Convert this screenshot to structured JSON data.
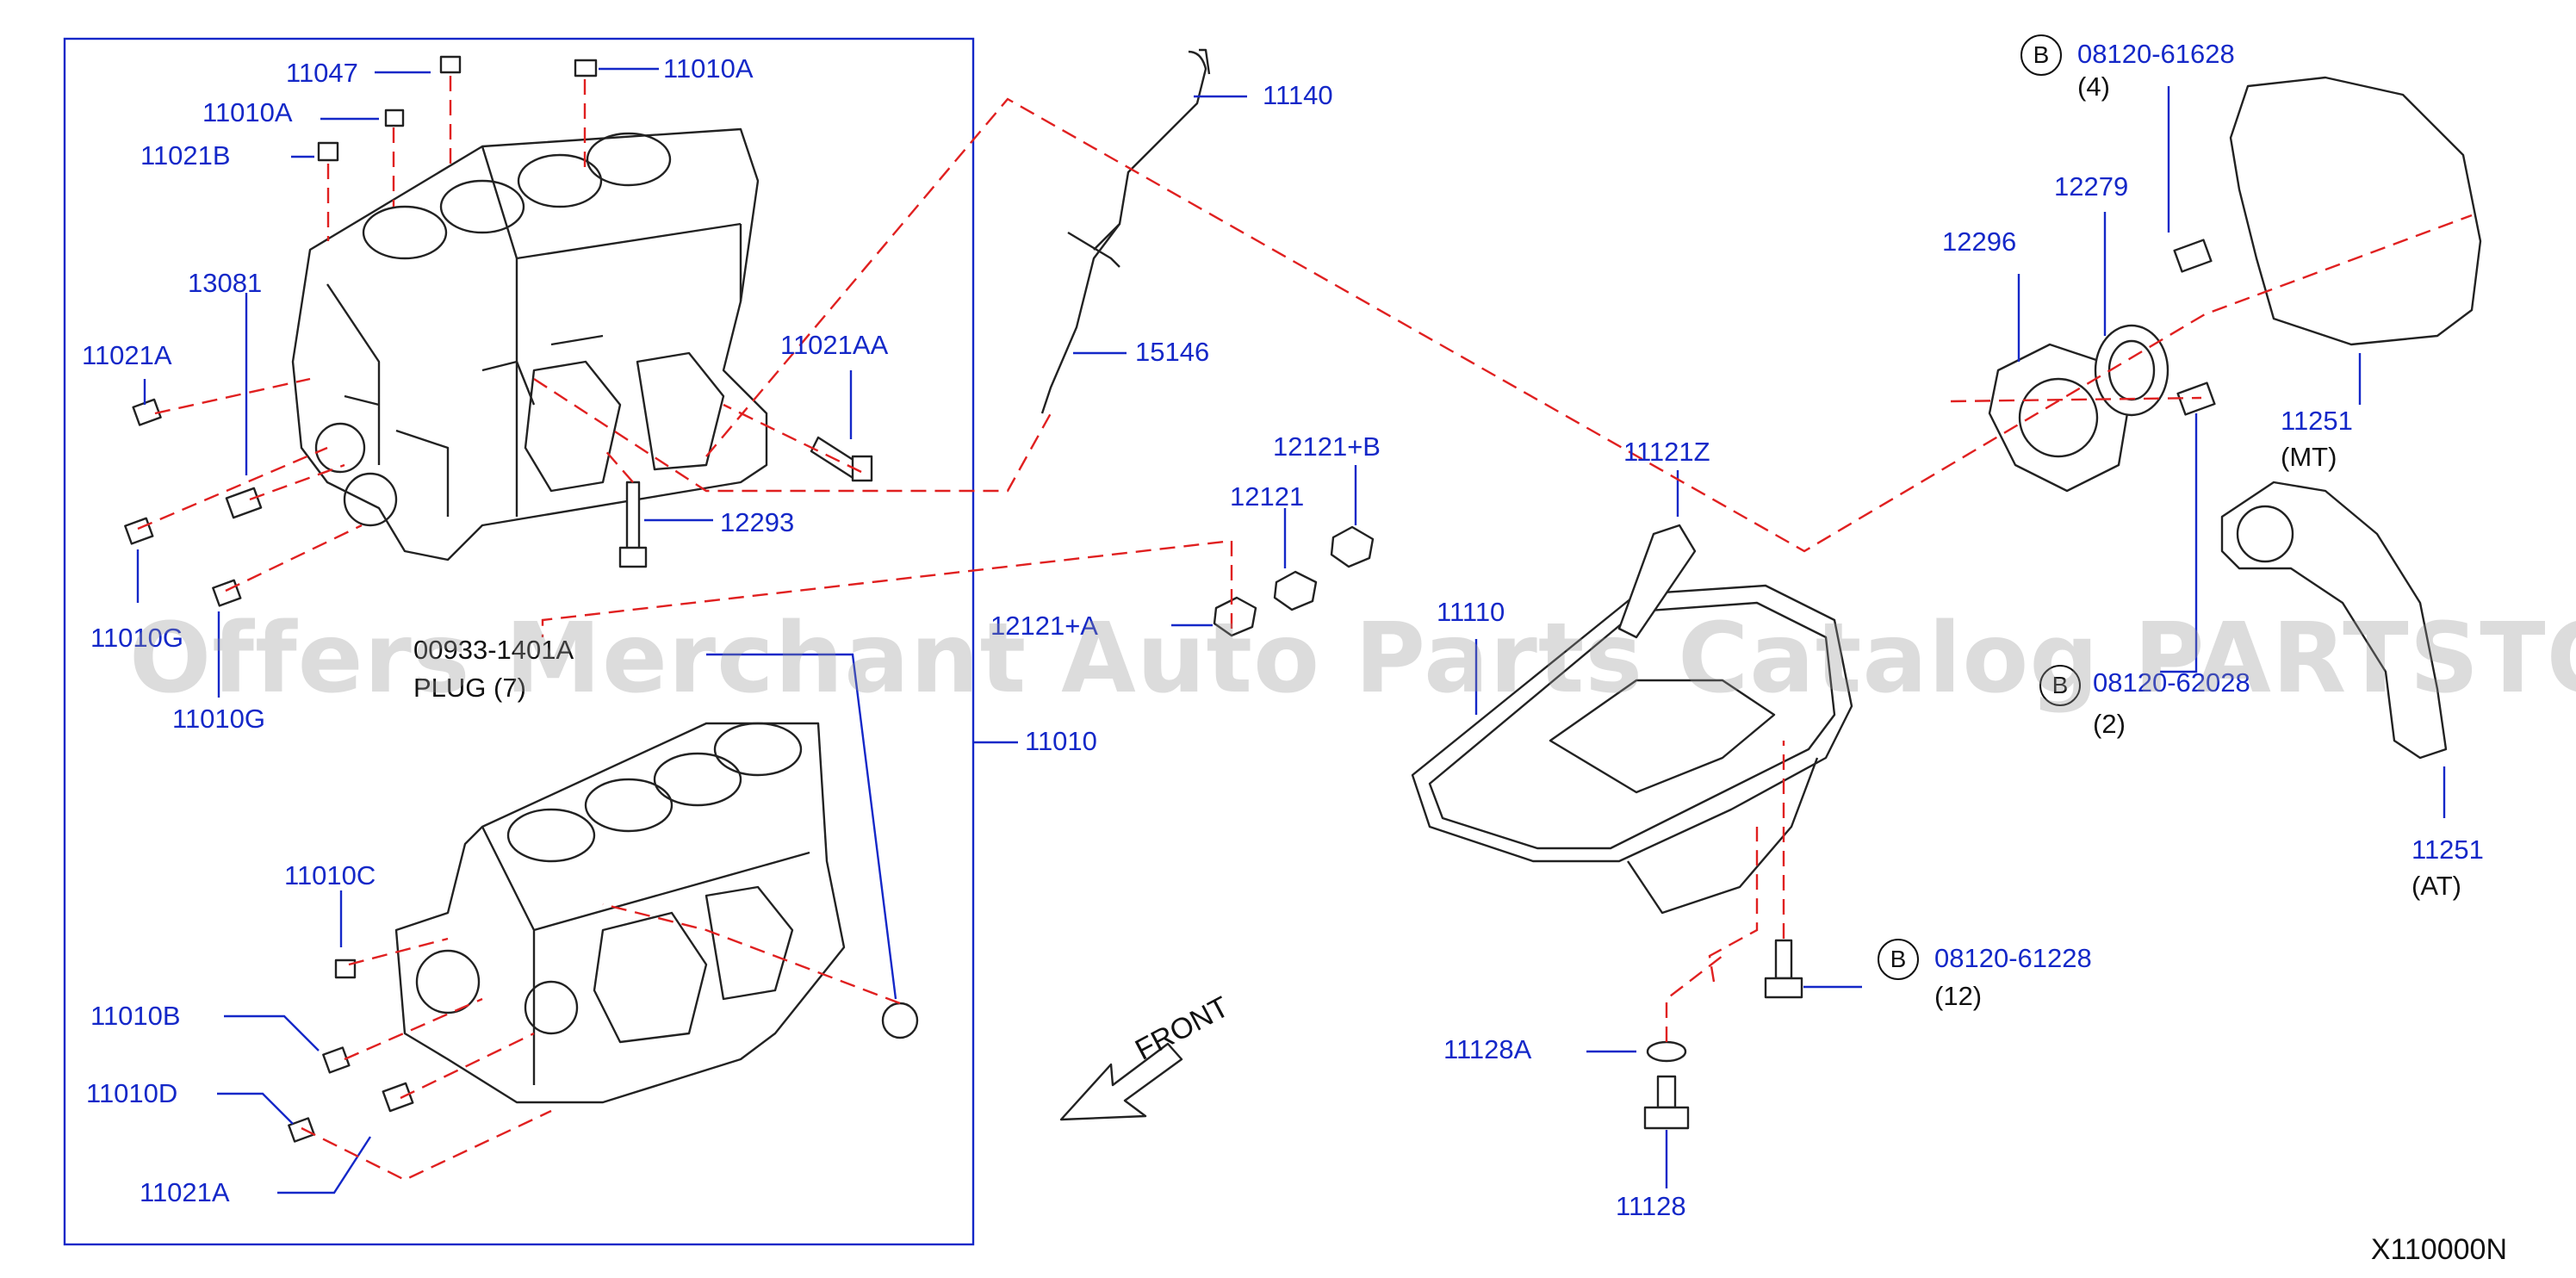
{
  "diagram": {
    "code": "X110000N",
    "front": "FRONT",
    "watermark": "Offers Merchant Auto Parts Catalog PARTSTORE.SA",
    "colors": {
      "part_number": "#1428c8",
      "leader": "#1428c8",
      "dashed": "#e02020",
      "drawing": "#222222"
    },
    "parts": {
      "p11047": "11047",
      "p11010A_top": "11010A",
      "p11010A_left": "11010A",
      "p11021B": "11021B",
      "p13081": "13081",
      "p11021A_top": "11021A",
      "p11021AA": "11021AA",
      "p12293": "12293",
      "p11010G_a": "11010G",
      "p11010G_b": "11010G",
      "p00933": "00933-1401A",
      "plug_note": "PLUG (7)",
      "p11010": "11010",
      "p11010C": "11010C",
      "p11010B": "11010B",
      "p11010D": "11010D",
      "p11021A_bottom": "11021A",
      "p11140": "11140",
      "p15146": "15146",
      "p12121B": "12121+B",
      "p12121": "12121",
      "p12121A": "12121+A",
      "p11121Z": "11121Z",
      "p11110": "11110",
      "p12296": "12296",
      "p12279": "12279",
      "bolt_top": "08120-61628",
      "bolt_top_qty": "(4)",
      "bolt_top_mark": "B",
      "p11251_mt": "11251",
      "mt_note": "(MT)",
      "bolt_mid": "08120-62028",
      "bolt_mid_qty": "(2)",
      "bolt_mid_mark": "B",
      "p11251_at": "11251",
      "at_note": "(AT)",
      "bolt_pan": "08120-61228",
      "bolt_pan_qty": "(12)",
      "bolt_pan_mark": "B",
      "p11128A": "11128A",
      "p11128": "11128"
    }
  }
}
